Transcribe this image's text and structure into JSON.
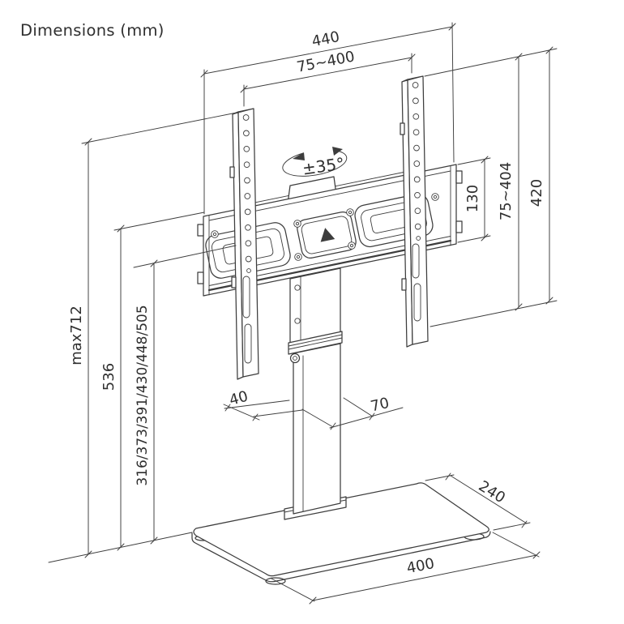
{
  "title": "Dimensions (mm)",
  "diagram": {
    "type": "technical-dimension-drawing",
    "subject": "tabletop TV stand with swivel mount, pedestal column and glass base"
  },
  "colors": {
    "background": "#ffffff",
    "line": "#3d3d3d",
    "text": "#2f2f2f"
  },
  "labels": {
    "overall_width": "440",
    "vesa_width_range": "75~400",
    "swivel_angle": "±35°",
    "bracket_height": "130",
    "vesa_height_range": "75~404",
    "rail_height": "420",
    "max_height": "max712",
    "center_height": "536",
    "height_positions": "316/373/391/430/448/505",
    "column_width": "40",
    "column_depth": "70",
    "base_depth": "240",
    "base_width": "400"
  }
}
